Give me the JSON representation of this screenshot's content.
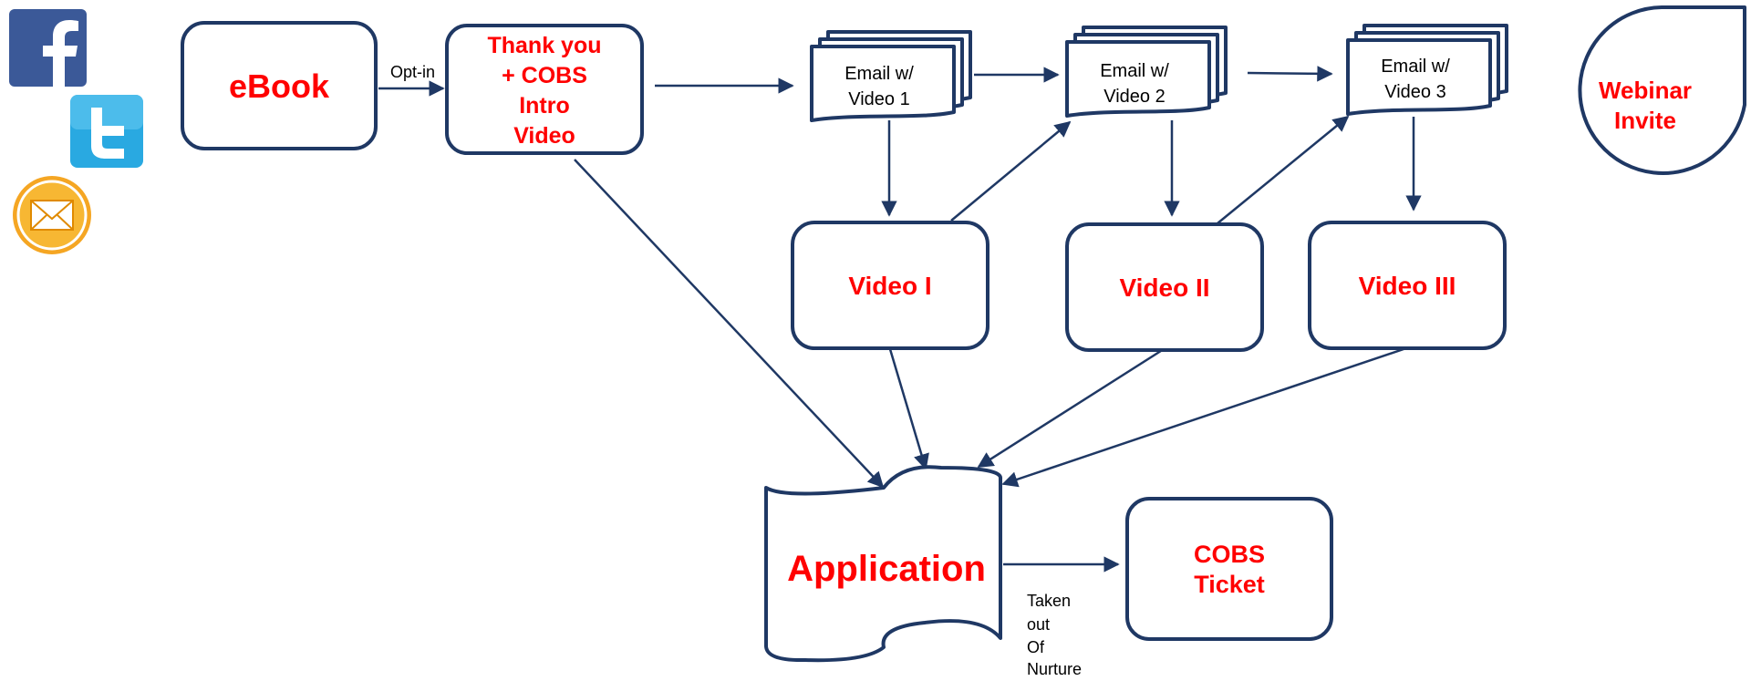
{
  "colors": {
    "outline": "#1f3864",
    "label_red": "#ff0000",
    "facebook": "#3b5998",
    "twitter": "#29a9e1",
    "email_orange": "#f5a623"
  },
  "icons": [
    "facebook-icon",
    "twitter-icon",
    "email-icon"
  ],
  "nodes": {
    "ebook": "eBook",
    "thank_you": [
      "Thank you",
      "+ COBS",
      "Intro",
      "Video"
    ],
    "email1": [
      "Email w/",
      "Video 1"
    ],
    "email2": [
      "Email w/",
      "Video 2"
    ],
    "email3": [
      "Email w/",
      "Video 3"
    ],
    "webinar": [
      "Webinar",
      "Invite"
    ],
    "video1": "Video I",
    "video2": "Video II",
    "video3": "Video III",
    "application": "Application",
    "cobs_ticket": [
      "COBS",
      "Ticket"
    ]
  },
  "edge_labels": {
    "opt_in": "Opt-in",
    "taken_out": [
      "Taken",
      "out",
      "Of",
      "Nurture"
    ]
  }
}
